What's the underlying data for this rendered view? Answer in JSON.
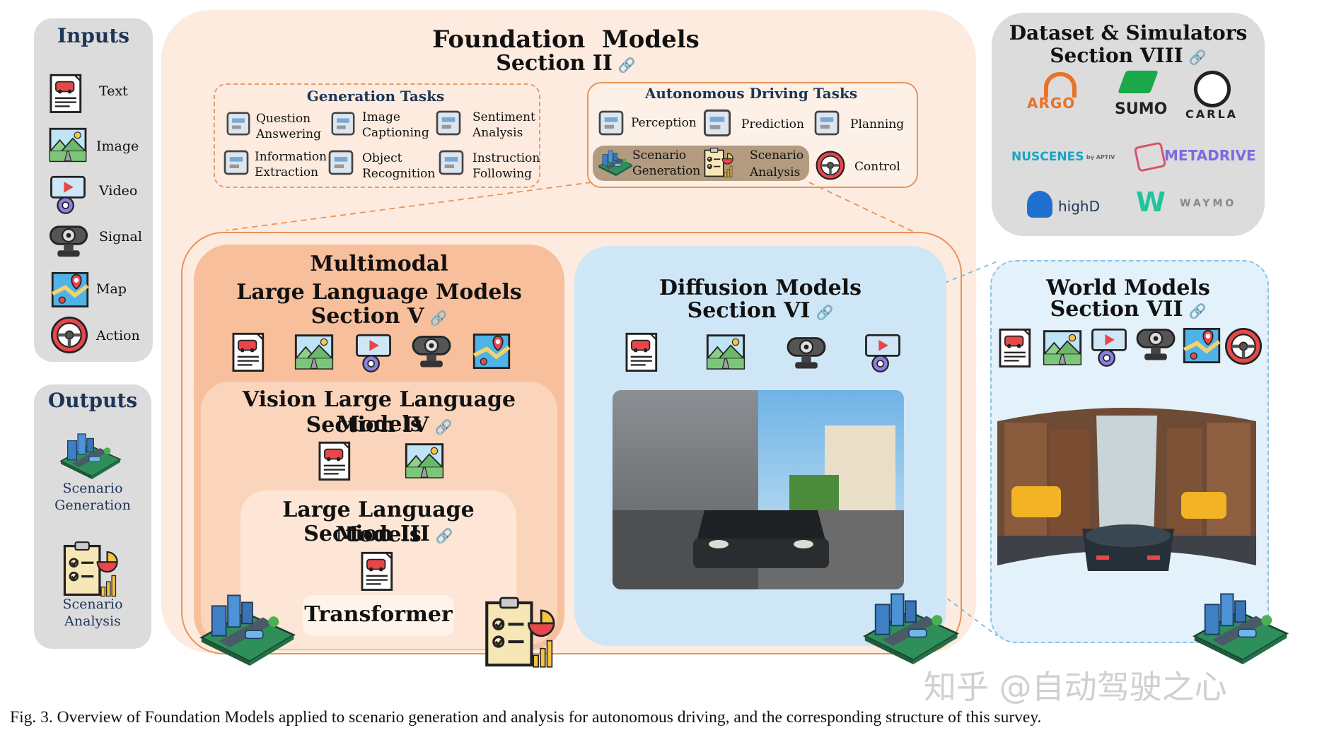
{
  "inputs": {
    "title": "Inputs",
    "items": [
      {
        "label": "Text",
        "icon": "text-document-icon"
      },
      {
        "label": "Image",
        "icon": "image-icon"
      },
      {
        "label": "Video",
        "icon": "video-icon"
      },
      {
        "label": "Signal",
        "icon": "camera-signal-icon"
      },
      {
        "label": "Map",
        "icon": "map-icon"
      },
      {
        "label": "Action",
        "icon": "steering-wheel-icon"
      }
    ]
  },
  "outputs": {
    "title": "Outputs",
    "items": [
      {
        "label_1": "Scenario",
        "label_2": "Generation",
        "icon": "city-scenario-icon"
      },
      {
        "label_1": "Scenario",
        "label_2": "Analysis",
        "icon": "checklist-analysis-icon"
      }
    ]
  },
  "foundation": {
    "title": "Foundation  Models",
    "section": "Section II",
    "generation_tasks": {
      "title": "Generation Tasks",
      "items": [
        {
          "l1": "Question",
          "l2": "Answering"
        },
        {
          "l1": "Image",
          "l2": "Captioning"
        },
        {
          "l1": "Sentiment",
          "l2": "Analysis"
        },
        {
          "l1": "Information",
          "l2": "Extraction"
        },
        {
          "l1": "Object",
          "l2": "Recognition"
        },
        {
          "l1": "Instruction",
          "l2": "Following"
        }
      ]
    },
    "ad_tasks": {
      "title": "Autonomous Driving Tasks",
      "perception": "Perception",
      "prediction": "Prediction",
      "planning": "Planning",
      "control": "Control",
      "scen_gen_1": "Scenario",
      "scen_gen_2": "Generation",
      "scen_an_1": "Scenario",
      "scen_an_2": "Analysis"
    }
  },
  "mllm": {
    "t1": "Multimodal",
    "t2": "Large Language Models",
    "section": "Section V"
  },
  "vllm": {
    "title": "Vision Large Language Models",
    "section": "Section IV"
  },
  "llm": {
    "title": "Large Language Models",
    "section": "Section III",
    "transformer": "Transformer"
  },
  "diffusion": {
    "title": "Diffusion Models",
    "section": "Section VI"
  },
  "world": {
    "title": "World Models",
    "section": "Section VII"
  },
  "datasets": {
    "t1": "Dataset & Simulators",
    "section": "Section VIII",
    "logos": {
      "argo": "ARGO",
      "sumo": "SUMO",
      "carla": "CARLA",
      "nuscenes": "NUSCENES",
      "nuscenes_sub": "by APTIV",
      "metadrive": "METADRIVE",
      "highd": "highD",
      "waymo": "WAYMO"
    }
  },
  "watermark": "知乎 @自动驾驶之心",
  "caption": "Fig. 3.  Overview of Foundation Models applied to scenario generation and analysis for autonomous driving, and the corresponding structure of this survey.",
  "colors": {
    "foundation_bg": "#fdebdf",
    "mllm_bg": "#f8bf9c",
    "vllm_bg": "#fbd4bc",
    "llm_bg": "#fde6d6",
    "diffusion_bg": "#cfe6f6",
    "world_bg": "#e3f1fb",
    "gray_panel": "#dcdcdc",
    "accent_orange": "#e8935a"
  }
}
